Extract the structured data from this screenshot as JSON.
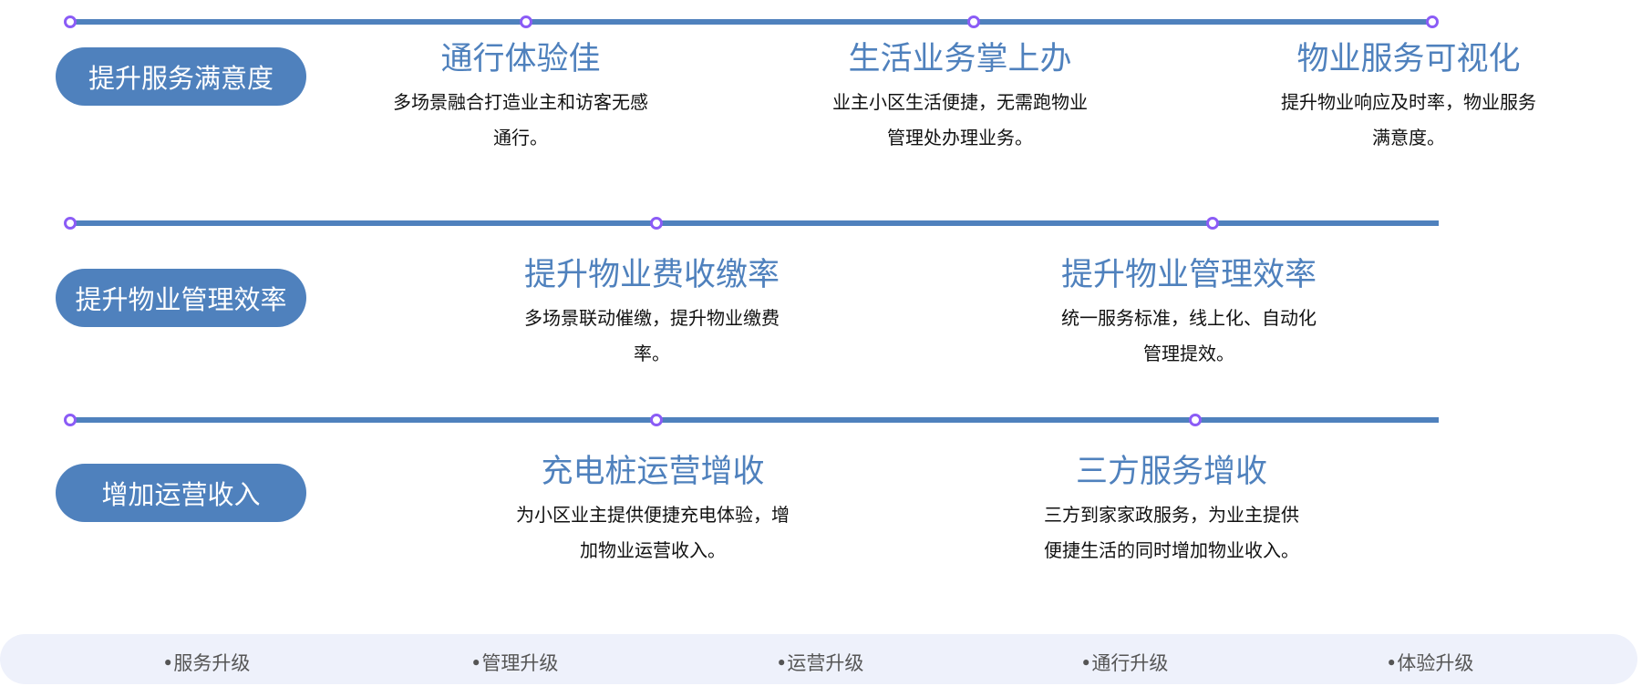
{
  "colors": {
    "accent": "#4f81bd",
    "dot": "#8b5cf6",
    "bar": "#eef1fb"
  },
  "rows": [
    {
      "label": "提升服务满意度",
      "items": [
        {
          "title": "通行体验佳",
          "desc": "多场景融合打造业主和访客无感通行。"
        },
        {
          "title": "生活业务掌上办",
          "desc": "业主小区生活便捷，无需跑物业管理处办理业务。"
        },
        {
          "title": "物业服务可视化",
          "desc": "提升物业响应及时率，物业服务满意度。"
        }
      ]
    },
    {
      "label": "提升物业管理效率",
      "items": [
        {
          "title": "提升物业费收缴率",
          "desc": "多场景联动催缴，提升物业缴费率。"
        },
        {
          "title": "提升物业管理效率",
          "desc": "统一服务标准，线上化、自动化管理提效。"
        }
      ]
    },
    {
      "label": "增加运营收入",
      "items": [
        {
          "title": "充电桩运营增收",
          "desc": "为小区业主提供便捷充电体验，增加物业运营收入。"
        },
        {
          "title": "三方服务增收",
          "desc": "三方到家家政服务，为业主提供便捷生活的同时增加物业收入。"
        }
      ]
    }
  ],
  "footer": [
    "•服务升级",
    "•管理升级",
    "•运营升级",
    "•通行升级",
    "•体验升级"
  ]
}
